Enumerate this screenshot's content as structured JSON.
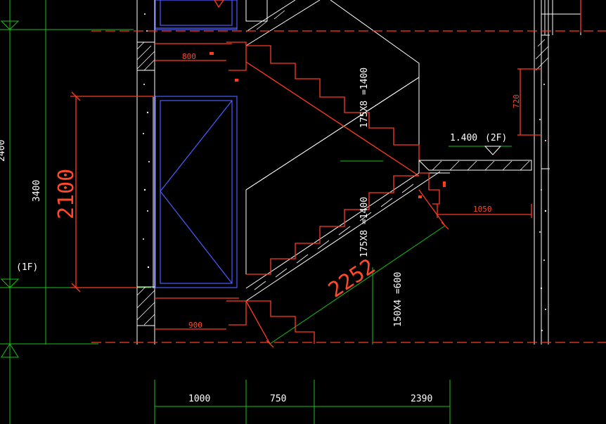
{
  "drawing": {
    "level_label_1f": "(1F)",
    "level_label_2f": "(2F)",
    "level_value_2f": "1.400",
    "height_total": "3400",
    "height_left_partial": "2400",
    "door_height": "2100",
    "stair_upper_rise": "175X8 =1400",
    "stair_lower_rise": "175X8 =1400",
    "stair_bottom_rise": "150X4 =600",
    "window_width_upper": "800",
    "window_width_lower": "900",
    "landing_width": "1050",
    "vertical_small": "720",
    "slope_length": "2252",
    "bottom_dims": [
      "1000",
      "750",
      "2390"
    ]
  },
  "colors": {
    "background": "#000000",
    "red": "#ff3b1f",
    "green": "#17c217",
    "white": "#ffffff",
    "blue": "#4a5cff"
  }
}
